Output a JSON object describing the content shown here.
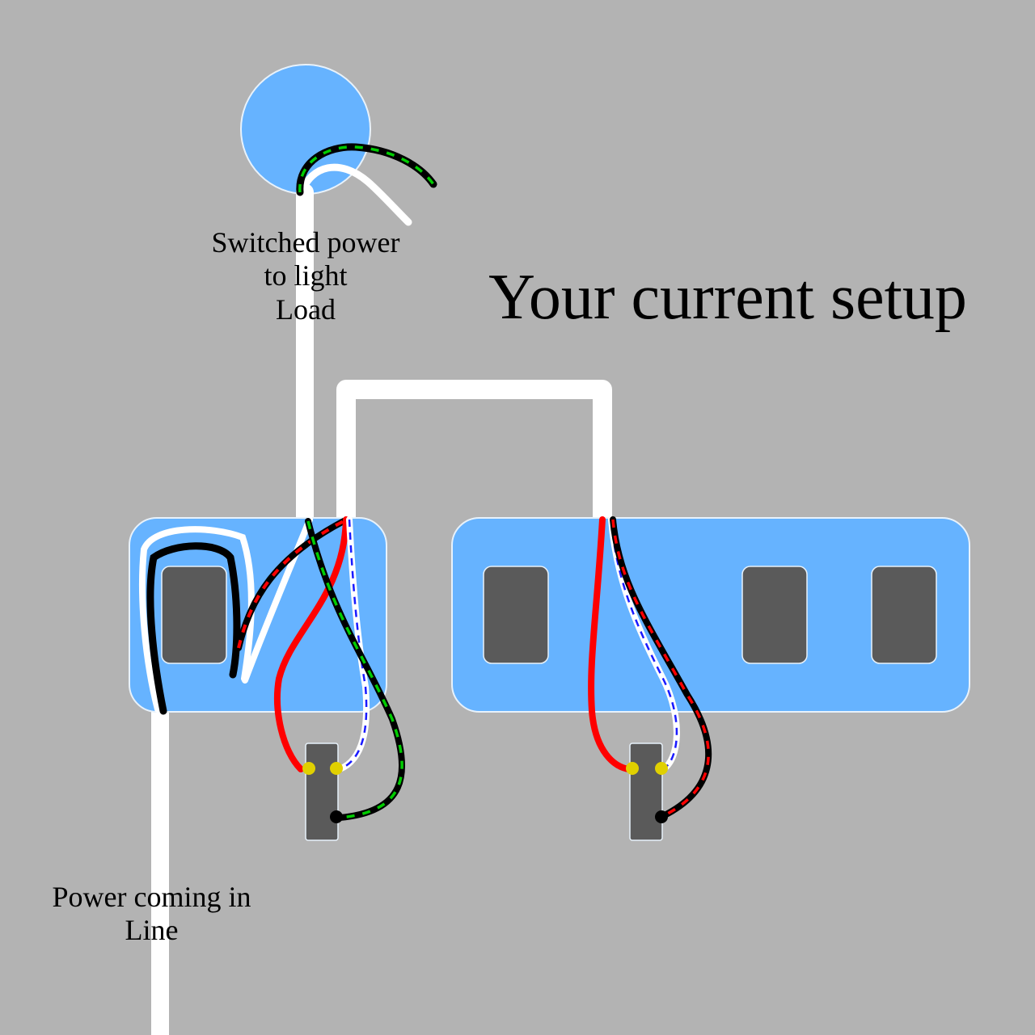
{
  "title": "Your current setup",
  "light_label": {
    "line1": "Switched power",
    "line2": "to light",
    "line3": "Load"
  },
  "line_label": {
    "line1": "Power coming in",
    "line2": "Line"
  },
  "colors": {
    "background": "#b3b3b3",
    "box": "#66b3ff",
    "box_border": "#e8f2fb",
    "opening": "#5a5a5a",
    "wire_hot": "#000000",
    "wire_neutral": "#ffffff",
    "wire_traveler": "#ff0000",
    "ground_stripe": "#00cc00",
    "neutral_stripe": "#1a1aff",
    "terminal_brass": "#e0d000",
    "terminal_common": "#000000"
  },
  "icons": {
    "light": "ceiling-light-icon",
    "switch": "three-way-switch-icon",
    "box": "junction-box-icon"
  }
}
